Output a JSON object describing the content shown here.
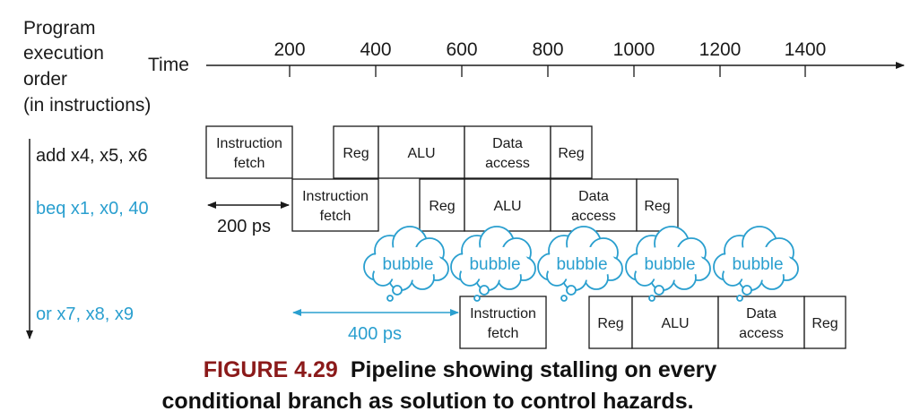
{
  "order_label": [
    "Program",
    "execution",
    "order",
    "(in instructions)"
  ],
  "time_label": "Time",
  "ticks": [
    "200",
    "400",
    "600",
    "800",
    "1000",
    "1200",
    "1400"
  ],
  "instructions": [
    {
      "label": "add x4, x5, x6",
      "color": "#1a1a1a"
    },
    {
      "label": "beq x1, x0, 40",
      "color": "#2a9fcf"
    },
    {
      "label": "or x7, x8, x9",
      "color": "#2a9fcf"
    }
  ],
  "stages": {
    "if": [
      "Instruction",
      "fetch"
    ],
    "reg": "Reg",
    "alu": "ALU",
    "mem": [
      "Data",
      "access"
    ]
  },
  "bubble_label": "bubble",
  "gap_labels": {
    "first": "200 ps",
    "second": "400 ps"
  },
  "caption": {
    "figure": "FIGURE 4.29",
    "line1": "Pipeline showing stalling on every",
    "line2": "conditional branch as solution to control hazards."
  },
  "colors": {
    "accent": "#2a9fcf",
    "figure_number": "#8b1a1a",
    "text": "#1a1a1a"
  }
}
